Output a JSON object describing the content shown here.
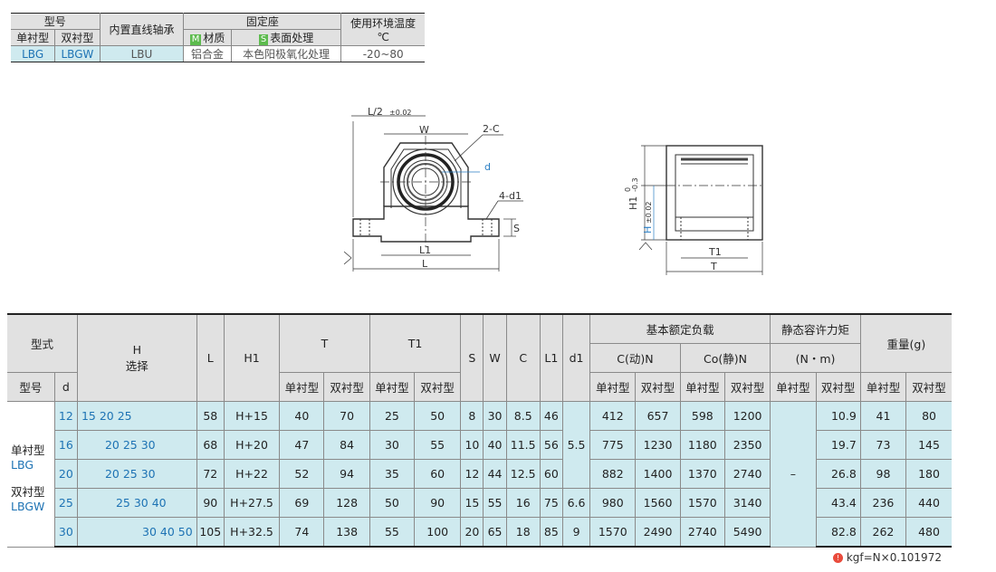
{
  "top_table": {
    "h_model": "型号",
    "h_bearing": "内置直线轴承",
    "h_mount": "固定座",
    "h_temp": "使用环境温度",
    "h_temp_unit": "℃",
    "h_single": "单衬型",
    "h_double": "双衬型",
    "m_badge": "M",
    "h_material": "材质",
    "s_badge": "S",
    "h_surface": "表面处理",
    "v_single": "LBG",
    "v_double": "LBGW",
    "v_bearing": "LBU",
    "v_material": "铝合金",
    "v_surface": "本色阳极氧化处理",
    "v_temp": "-20~80"
  },
  "drawing": {
    "l_half": "L/2",
    "l_half_tol": "±0.02",
    "w": "W",
    "c": "2-C",
    "d": "d",
    "d1": "4-d1",
    "s": "S",
    "l1": "L1",
    "l": "L",
    "h1": "H1",
    "h1_tol_top": "0",
    "h1_tol_bot": "-0.3",
    "h": "H",
    "h_tol": "±0.02",
    "t1": "T1",
    "t": "T"
  },
  "main_table": {
    "h_type": "型式",
    "h_model": "型号",
    "h_d": "d",
    "h_h": "H",
    "h_h_sub": "选择",
    "h_l": "L",
    "h_h1": "H1",
    "h_t": "T",
    "h_t1": "T1",
    "h_s": "S",
    "h_w": "W",
    "h_c": "C",
    "h_l1": "L1",
    "h_d1": "d1",
    "h_load": "基本额定负载",
    "h_c_dyn": "C(动)N",
    "h_c_stat": "Co(静)N",
    "h_moment": "静态容许力矩",
    "h_moment_unit": "(N・m)",
    "h_weight": "重量(g)",
    "h_single": "单衬型",
    "h_double": "双衬型",
    "model_single": "单衬型",
    "model_single_code": "LBG",
    "model_double": "双衬型",
    "model_double_code": "LBGW",
    "d1_a": "5.5",
    "moment_single": "–",
    "rows": [
      {
        "d": "12",
        "h": "15 20 25",
        "l": "58",
        "h1": "H+15",
        "t_s": "40",
        "t_d": "70",
        "t1_s": "25",
        "t1_d": "50",
        "s": "8",
        "w": "30",
        "c": "8.5",
        "l1": "46",
        "c_dyn_s": "412",
        "c_dyn_d": "657",
        "c_st_s": "598",
        "c_st_d": "1200",
        "m_d": "10.9",
        "wt_s": "41",
        "wt_d": "80"
      },
      {
        "d": "16",
        "h": "20 25 30",
        "l": "68",
        "h1": "H+20",
        "t_s": "47",
        "t_d": "84",
        "t1_s": "30",
        "t1_d": "55",
        "s": "10",
        "w": "40",
        "c": "11.5",
        "l1": "56",
        "c_dyn_s": "775",
        "c_dyn_d": "1230",
        "c_st_s": "1180",
        "c_st_d": "2350",
        "m_d": "19.7",
        "wt_s": "73",
        "wt_d": "145"
      },
      {
        "d": "20",
        "h": "20 25 30",
        "l": "72",
        "h1": "H+22",
        "t_s": "52",
        "t_d": "94",
        "t1_s": "35",
        "t1_d": "60",
        "s": "12",
        "w": "44",
        "c": "12.5",
        "l1": "60",
        "c_dyn_s": "882",
        "c_dyn_d": "1400",
        "c_st_s": "1370",
        "c_st_d": "2740",
        "m_d": "26.8",
        "wt_s": "98",
        "wt_d": "180"
      },
      {
        "d": "25",
        "h": "25 30 40",
        "l": "90",
        "h1": "H+27.5",
        "t_s": "69",
        "t_d": "128",
        "t1_s": "50",
        "t1_d": "90",
        "s": "15",
        "w": "55",
        "c": "16",
        "l1": "75",
        "d1": "6.6",
        "c_dyn_s": "980",
        "c_dyn_d": "1560",
        "c_st_s": "1570",
        "c_st_d": "3140",
        "m_d": "43.4",
        "wt_s": "236",
        "wt_d": "440"
      },
      {
        "d": "30",
        "h": "30 40 50",
        "l": "105",
        "h1": "H+32.5",
        "t_s": "74",
        "t_d": "138",
        "t1_s": "55",
        "t1_d": "100",
        "s": "20",
        "w": "65",
        "c": "18",
        "l1": "85",
        "d1": "9",
        "c_dyn_s": "1570",
        "c_dyn_d": "2490",
        "c_st_s": "2740",
        "c_st_d": "5490",
        "m_d": "82.8",
        "wt_s": "262",
        "wt_d": "480"
      }
    ]
  },
  "note": {
    "icon": "!",
    "text": "kgf=N×0.101972"
  },
  "colors": {
    "cyan_fill": "#cfeaef",
    "header_fill": "#e1e1e1",
    "blue_text": "#1e73b4",
    "dim_blue": "#2a7ec4",
    "badge_green": "#5dbb4e",
    "note_red": "#e94b3c"
  }
}
